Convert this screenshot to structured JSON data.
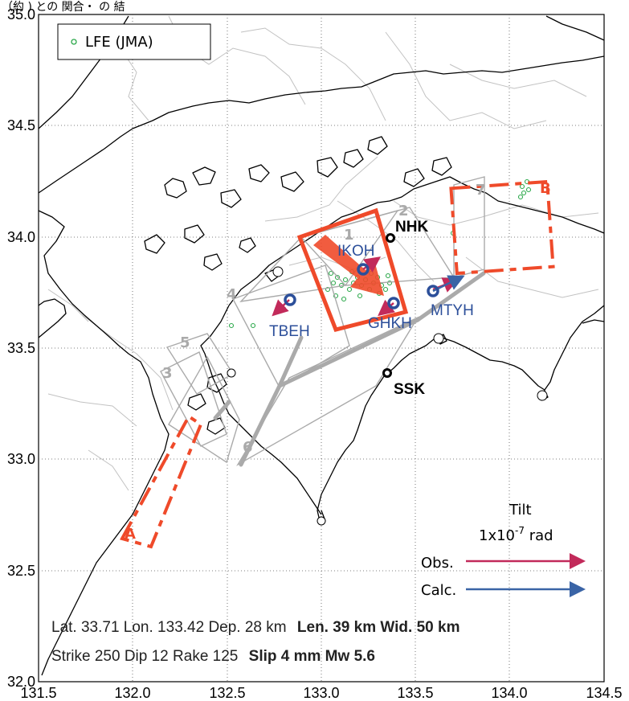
{
  "header": {
    "caption": "（約 ) との 関合・ の 結"
  },
  "axes": {
    "lon_ticks": [
      "131.5",
      "132.0",
      "132.5",
      "133.0",
      "133.5",
      "134.0",
      "134.5"
    ],
    "lat_ticks": [
      "35.0",
      "34.5",
      "34.0",
      "33.5",
      "33.0",
      "32.5",
      "32.0"
    ],
    "lon_range": [
      131.5,
      134.5
    ],
    "lat_range": [
      32.0,
      35.0
    ],
    "grid": "dotted"
  },
  "legend": {
    "lfe_label": "LFE (JMA)",
    "marker_color": "#2ba84a"
  },
  "stations": {
    "black": [
      {
        "name": "NHK",
        "lon": 133.34,
        "lat": 33.99
      },
      {
        "name": "SSK",
        "lon": 133.32,
        "lat": 33.38
      }
    ],
    "blue": [
      {
        "name": "IKOH",
        "lon": 133.18,
        "lat": 33.86
      },
      {
        "name": "TBEH",
        "lon": 132.78,
        "lat": 33.72
      },
      {
        "name": "GHKH",
        "lon": 133.37,
        "lat": 33.7
      },
      {
        "name": "MTYH",
        "lon": 133.58,
        "lat": 33.76
      }
    ]
  },
  "segments": {
    "labels": [
      "1",
      "2",
      "3",
      "4",
      "5",
      "6",
      "7"
    ],
    "areas": [
      "A",
      "B"
    ]
  },
  "tilt_legend": {
    "title": "Tilt",
    "scale": "1x10",
    "scale_exp": "-7",
    "scale_unit": "rad",
    "obs_label": "Obs.",
    "calc_label": "Calc.",
    "obs_color": "#c22a5a",
    "calc_color": "#3a64a6"
  },
  "fault_params": {
    "line1_normal": "Lat. 33.71  Lon. 133.42  Dep. 28 km",
    "line1_bold": "Len. 39 km  Wid. 50 km",
    "line2_normal": "Strike 250  Dip 12  Rake 125",
    "line2_bold": "Slip 4 mm  Mw 5.6"
  },
  "colors": {
    "fault_red": "#ef4a2a",
    "segment_gray": "#aaaaaa",
    "coastline": "#000000",
    "boundary": "#bbbbbb"
  }
}
